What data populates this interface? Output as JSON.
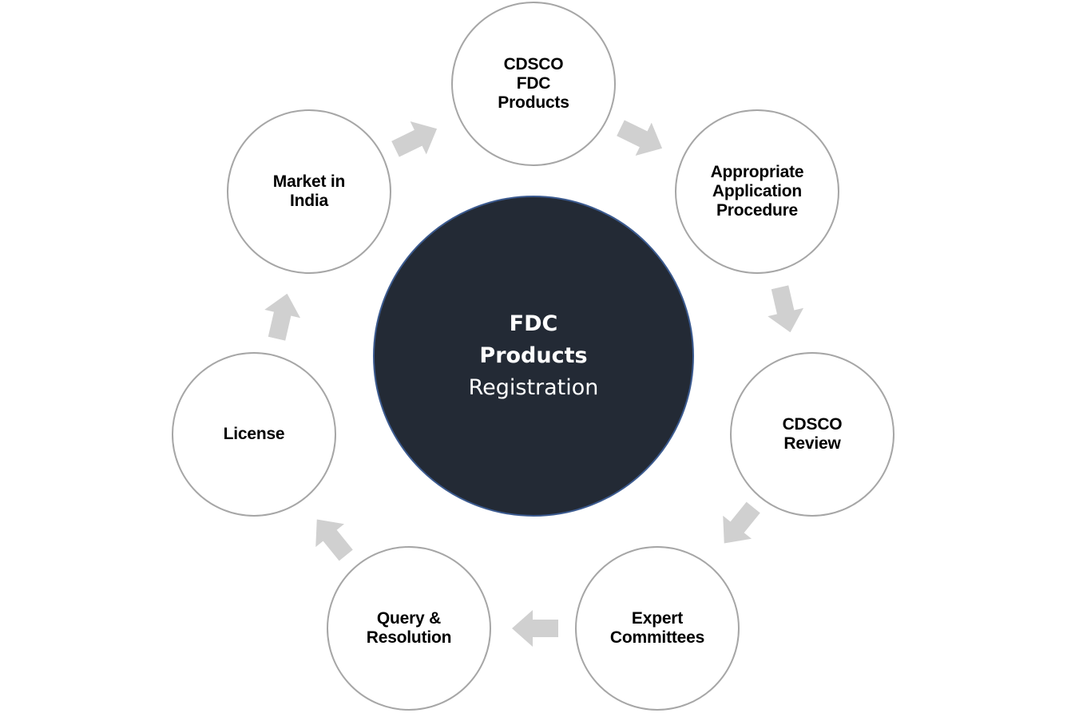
{
  "hub": {
    "line1": "FDC",
    "line2": "Products",
    "line3": "Registration",
    "fill": "#232a35",
    "border": "#3b5a8f"
  },
  "steps": [
    {
      "id": "cdsco-fdc-products",
      "label": "CDSCO\nFDC\nProducts"
    },
    {
      "id": "appropriate-application-procedure",
      "label": "Appropriate\nApplication\nProcedure"
    },
    {
      "id": "cdsco-review",
      "label": "CDSCO\nReview"
    },
    {
      "id": "expert-committees",
      "label": "Expert\nCommittees"
    },
    {
      "id": "query-resolution",
      "label": "Query &\nResolution"
    },
    {
      "id": "license",
      "label": "License"
    },
    {
      "id": "market-in-india",
      "label": "Market in\nIndia"
    }
  ],
  "colors": {
    "node_border": "#a6a6a6",
    "arrow_fill": "#d0d0d0",
    "text": "#000000"
  },
  "icons": {
    "arrow": "block-arrow-icon"
  }
}
